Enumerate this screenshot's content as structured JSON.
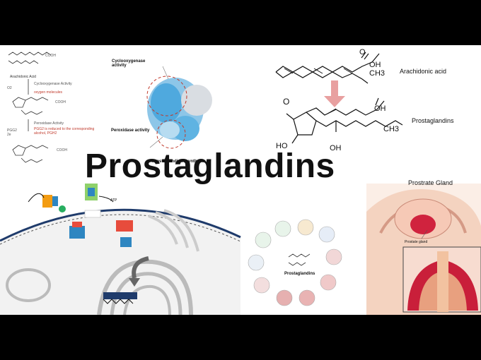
{
  "title": "Prostaglandins",
  "pathway": {
    "arachidonic_acid": "Arachidonic Acid",
    "cyclooxygenase_activity": "Cyclooxygenase activity",
    "peroxidase_activity": "Peroxidase activity",
    "synthase": "Prostaglandin H synthase",
    "step1": "Cyclooxygenase Activity",
    "step2": "Peroxidase Activity",
    "step1_red": "oxygen molecules",
    "step2_red": "PGG2 is reduced to the corresponding alcohol, PGH2",
    "cooh": "COOH",
    "o2": "O2",
    "pgg2": "PGG2",
    "two_e": "2e"
  },
  "structure": {
    "arachidonic_label": "Arachidonic acid",
    "prostaglandins_label": "Prostaglandins",
    "oh": "OH",
    "ch3": "CH3",
    "o": "O",
    "ho": "HO"
  },
  "anatomy": {
    "title": "Prostrate  Gland",
    "sub_label": "Prostate gland"
  },
  "cell": {
    "atp": "ATP"
  },
  "functions": {
    "center_label": "Prostaglandins"
  }
}
